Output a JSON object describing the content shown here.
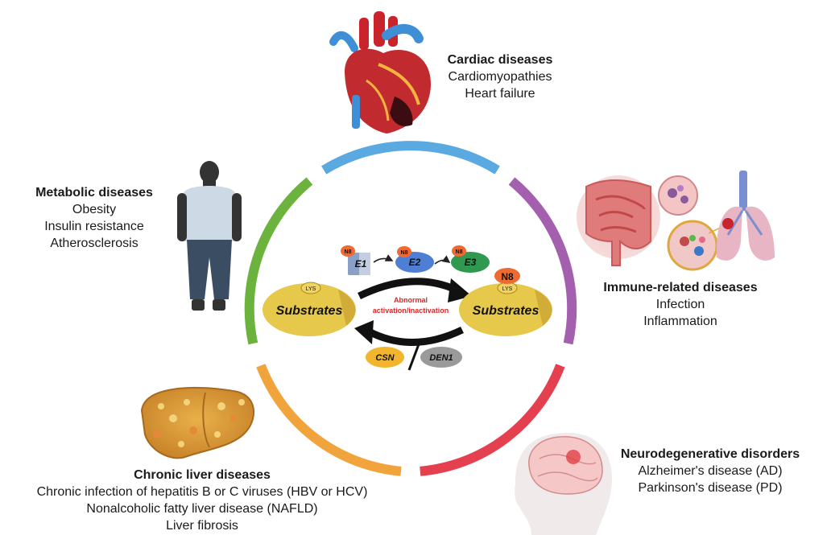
{
  "cardiac": {
    "title": "Cardiac diseases",
    "lines": [
      "Cardiomyopathies",
      "Heart failure"
    ]
  },
  "metabolic": {
    "title": "Metabolic diseases",
    "lines": [
      "Obesity",
      "Insulin resistance",
      "Atherosclerosis"
    ]
  },
  "immune": {
    "title": "Immune-related diseases",
    "lines": [
      "Infection",
      "Inflammation"
    ]
  },
  "liver": {
    "title": "Chronic liver diseases",
    "lines": [
      "Chronic infection of hepatitis B or C viruses (HBV or HCV)",
      "Nonalcoholic fatty liver disease (NAFLD)",
      "Liver fibrosis"
    ]
  },
  "neuro": {
    "title": "Neurodegenerative disorders",
    "lines": [
      "Alzheimer's disease (AD)",
      "Parkinson's disease (PD)"
    ]
  },
  "center": {
    "substrate_left": "Substrates",
    "substrate_right": "Substrates",
    "lys": "LYS",
    "n8": "N8",
    "n8_big": "N8",
    "e1": "E1",
    "e2": "E2",
    "e3": "E3",
    "abnormal_1": "Abnormal",
    "abnormal_2": "activation/inactivation",
    "csn": "CSN",
    "den1": "DEN1"
  },
  "colors": {
    "ring_blue": "#5aa9e0",
    "ring_purple": "#a45fae",
    "ring_red": "#e4404f",
    "ring_orange": "#f2a43c",
    "ring_green": "#6cb33e",
    "abnormal_red": "#d42a2a",
    "substrate_yellow": "#e6c84a",
    "n8_orange": "#ef6a32"
  },
  "icons": [
    "heart-icon",
    "person-icon",
    "intestine-lung-icon",
    "liver-icon",
    "brain-head-icon"
  ]
}
